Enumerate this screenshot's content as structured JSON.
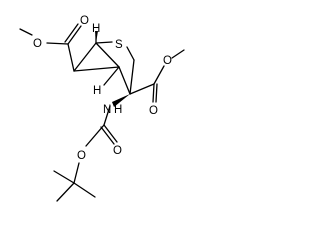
{
  "molecule": {
    "atom_labels": {
      "sulfur": "S",
      "h_top": "H",
      "h_bottom": "H",
      "o_left_carbonyl": "O",
      "o_left_ester": "O",
      "o_right_ester": "O",
      "o_right_carbonyl": "O",
      "n_amine": "N",
      "h_amine": "H",
      "o_boc_carbonyl": "O",
      "o_boc_ester": "O"
    },
    "colors": {
      "bond": "#000000",
      "label": "#000000",
      "background": "#ffffff"
    }
  }
}
